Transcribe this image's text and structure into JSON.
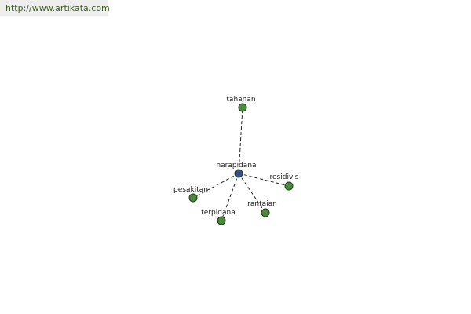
{
  "site": {
    "url": "http://www.artikata.com"
  },
  "colors": {
    "center_node": "#3b4f8f",
    "leaf_node": "#4a8a3c",
    "node_stroke": "#1f3a16",
    "edge": "#222222",
    "site_bar_bg": "#eeeeee"
  },
  "graph": {
    "center": {
      "id": "narapidana",
      "label": "narapidana"
    },
    "nodes": [
      {
        "id": "tahanan",
        "label": "tahanan"
      },
      {
        "id": "residivis",
        "label": "residivis"
      },
      {
        "id": "pesakitan",
        "label": "pesakitan"
      },
      {
        "id": "terpidana",
        "label": "terpidana"
      },
      {
        "id": "rantaian",
        "label": "rantaian"
      }
    ],
    "edges": [
      {
        "from": "narapidana",
        "to": "tahanan",
        "style": "dashed"
      },
      {
        "from": "narapidana",
        "to": "residivis",
        "style": "dashed"
      },
      {
        "from": "narapidana",
        "to": "pesakitan",
        "style": "dashed"
      },
      {
        "from": "narapidana",
        "to": "terpidana",
        "style": "dashed"
      },
      {
        "from": "narapidana",
        "to": "rantaian",
        "style": "dashed"
      }
    ]
  }
}
